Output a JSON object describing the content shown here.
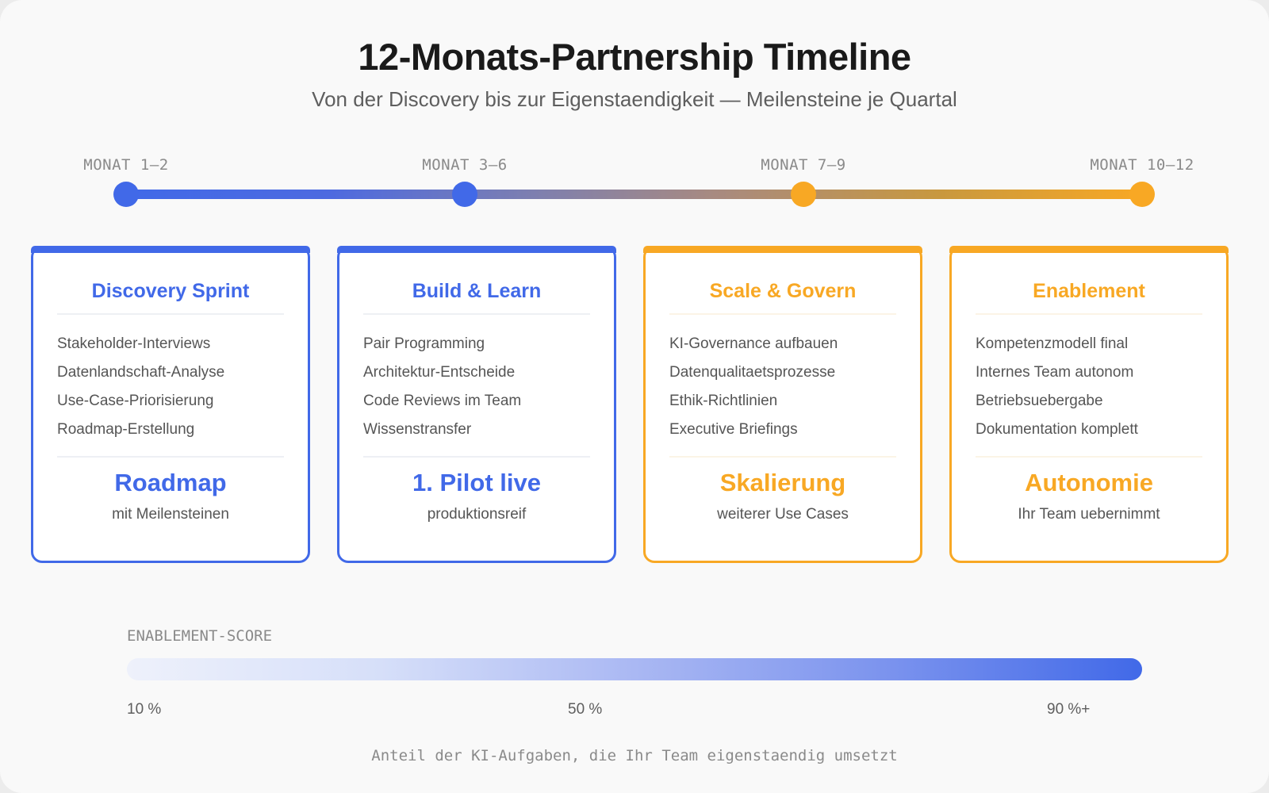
{
  "header": {
    "title": "12-Monats-Partnership Timeline",
    "subtitle": "Von der Discovery bis zur Eigenstaendigkeit — Meilensteine je Quartal"
  },
  "colors": {
    "blue": "#4169e8",
    "orange": "#f8a824",
    "background": "#f9f9f9"
  },
  "timeline": {
    "points": [
      {
        "label": "MONAT 1–2",
        "color": "#4169e8"
      },
      {
        "label": "MONAT 3–6",
        "color": "#4169e8"
      },
      {
        "label": "MONAT 7–9",
        "color": "#f8a824"
      },
      {
        "label": "MONAT 10–12",
        "color": "#f8a824"
      }
    ]
  },
  "phases": [
    {
      "title": "Discovery Sprint",
      "color": "#4169e8",
      "items": [
        "Stakeholder-Interviews",
        "Datenlandschaft-Analyse",
        "Use-Case-Priorisierung",
        "Roadmap-Erstellung"
      ],
      "milestone": "Roadmap",
      "milestone_sub": "mit Meilensteinen"
    },
    {
      "title": "Build & Learn",
      "color": "#4169e8",
      "items": [
        "Pair Programming",
        "Architektur-Entscheide",
        "Code Reviews im Team",
        "Wissenstransfer"
      ],
      "milestone": "1. Pilot live",
      "milestone_sub": "produktionsreif"
    },
    {
      "title": "Scale & Govern",
      "color": "#f8a824",
      "items": [
        "KI-Governance aufbauen",
        "Datenqualitaetsprozesse",
        "Ethik-Richtlinien",
        "Executive Briefings"
      ],
      "milestone": "Skalierung",
      "milestone_sub": "weiterer Use Cases"
    },
    {
      "title": "Enablement",
      "color": "#f8a824",
      "items": [
        "Kompetenzmodell final",
        "Internes Team autonom",
        "Betriebsuebergabe",
        "Dokumentation komplett"
      ],
      "milestone": "Autonomie",
      "milestone_sub": "Ihr Team uebernimmt"
    }
  ],
  "score": {
    "label": "ENABLEMENT-SCORE",
    "ticks": [
      "10 %",
      "50 %",
      "90 %+"
    ],
    "caption": "Anteil der KI-Aufgaben, die Ihr Team eigenstaendig umsetzt"
  }
}
